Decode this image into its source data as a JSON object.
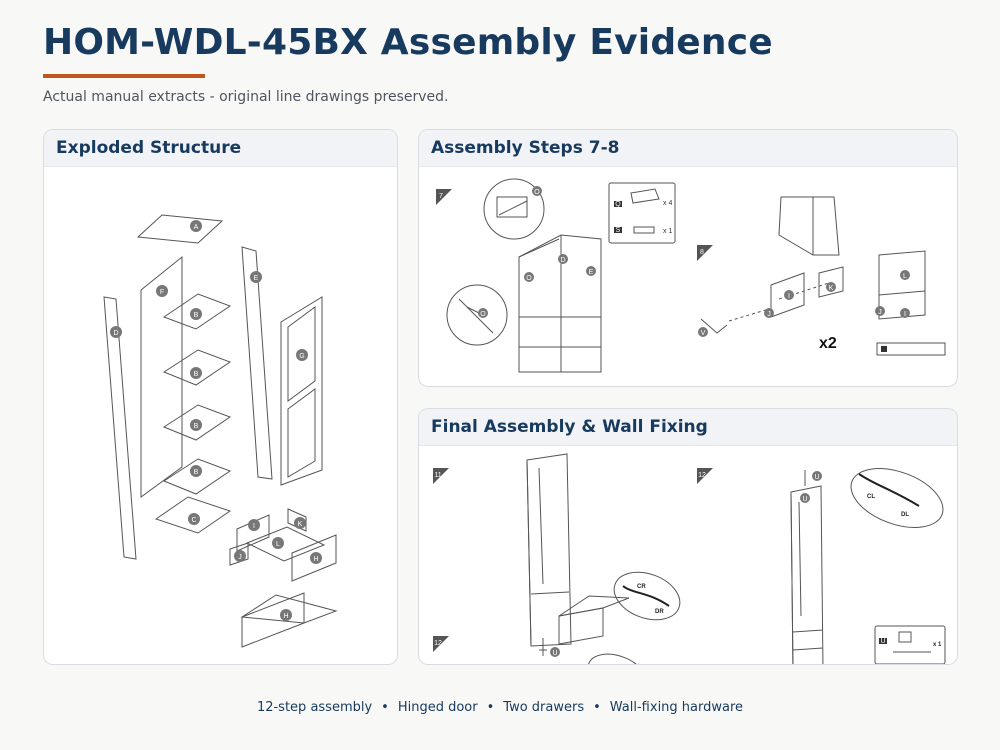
{
  "page": {
    "title": "HOM-WDL-45BX Assembly Evidence",
    "subtitle": "Actual manual extracts - original line drawings preserved."
  },
  "panels": {
    "exploded": {
      "title": "Exploded Structure",
      "labels": {
        "a": "A",
        "b": "B",
        "c": "C",
        "d": "D",
        "e": "E",
        "f": "F",
        "g": "G",
        "h": "H",
        "i": "I",
        "j": "J",
        "k": "K",
        "l": "L"
      }
    },
    "steps": {
      "title": "Assembly Steps 7-8",
      "step7": "7",
      "step8": "8",
      "q": "Q",
      "s": "S",
      "qty_q": "x 4",
      "qty_s": "x 1",
      "o": "O",
      "d": "D",
      "e": "E",
      "v": "V",
      "i": "I",
      "j": "J",
      "k": "K",
      "l": "L",
      "multiplier": "x2"
    },
    "final": {
      "title": "Final Assembly & Wall Fixing",
      "step11": "11",
      "step12a": "12",
      "step12b": "12",
      "cr": "CR",
      "dr": "DR",
      "cl": "CL",
      "dl": "DL",
      "u": "U",
      "qty_u": "x 1"
    }
  },
  "footer": {
    "items": [
      "12-step assembly",
      "Hinged door",
      "Two drawers",
      "Wall-fixing hardware"
    ],
    "separator": "•"
  }
}
